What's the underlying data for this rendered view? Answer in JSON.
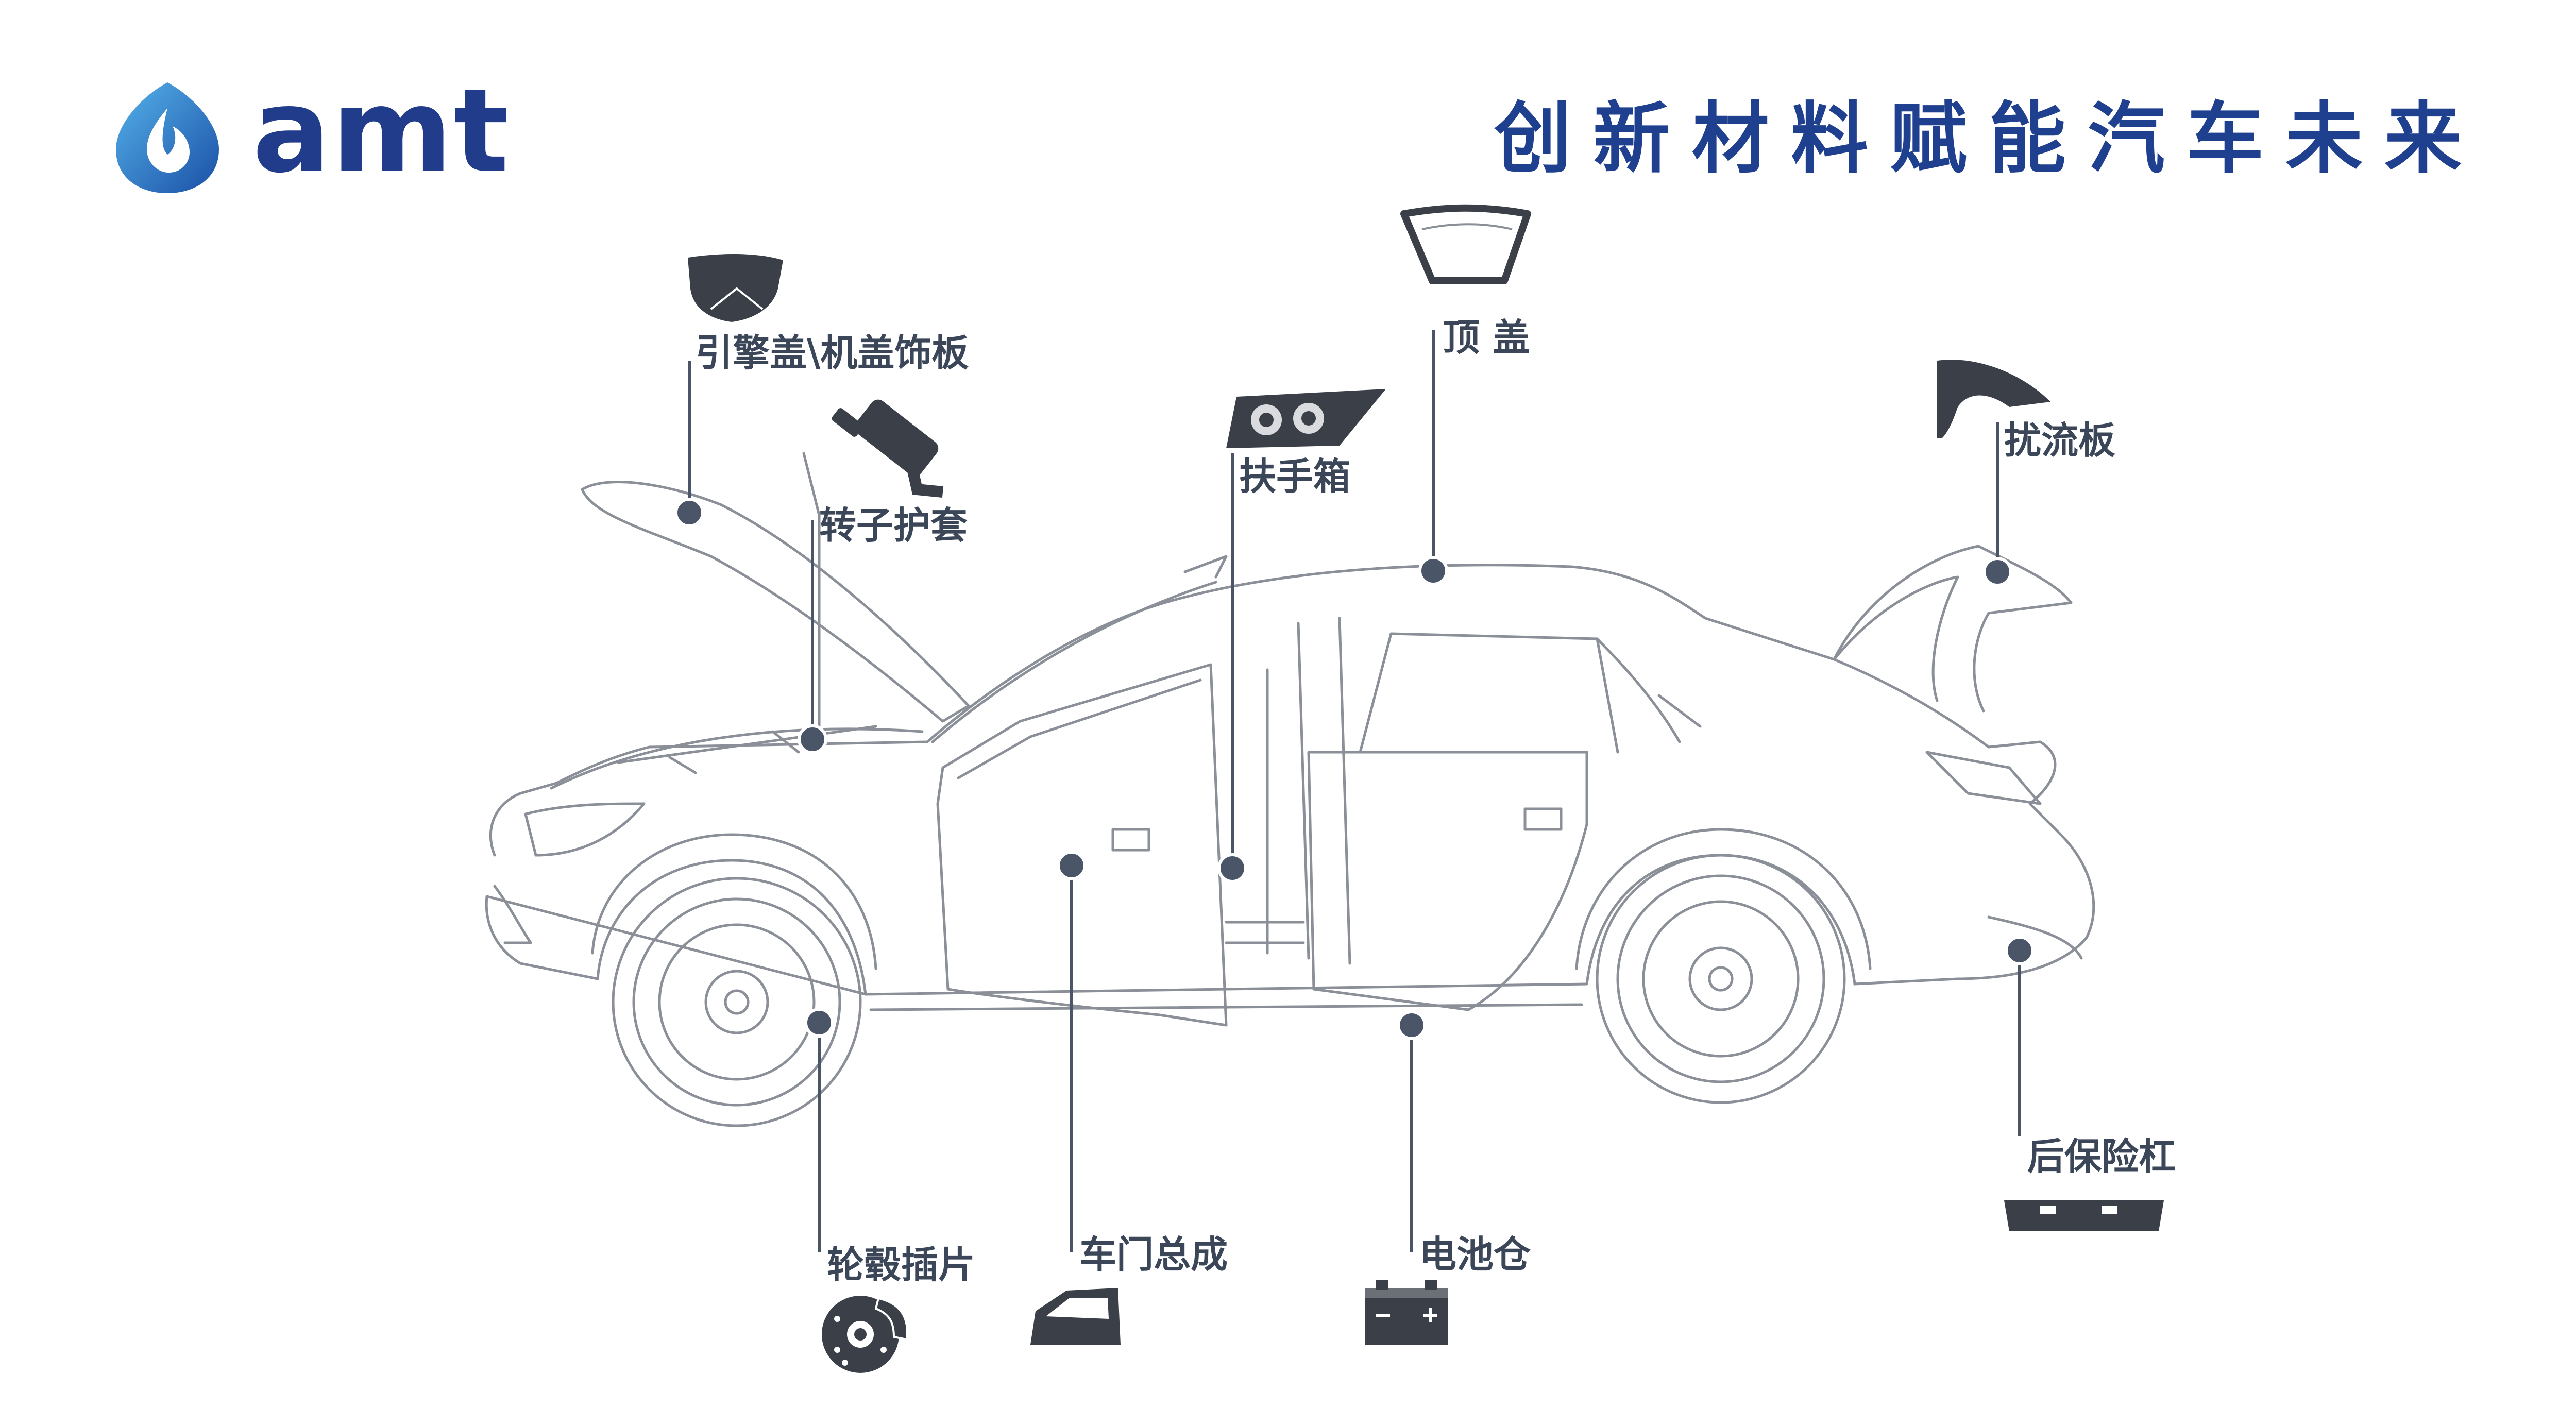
{
  "brand": {
    "name": "amt",
    "accent": "#2a72c8",
    "navy": "#203c8a"
  },
  "slogan": "创新材料赋能汽车未来",
  "colors": {
    "line": "#4a5568",
    "dot": "#4a5568",
    "car_stroke": "#8a8f98",
    "icon_fill": "#3a3f48",
    "label": "#3b4759"
  },
  "parts": [
    {
      "id": "hood",
      "label": "引擎盖\\机盖饰板",
      "icon": "hood-icon"
    },
    {
      "id": "rotor",
      "label": "转子护套",
      "icon": "rotor-sleeve-icon"
    },
    {
      "id": "armrest",
      "label": "扶手箱",
      "icon": "armrest-box-icon"
    },
    {
      "id": "roof",
      "label": "顶 盖",
      "icon": "roof-panel-icon"
    },
    {
      "id": "spoiler",
      "label": "扰流板",
      "icon": "spoiler-icon"
    },
    {
      "id": "rear_bumper",
      "label": "后保险杠",
      "icon": "rear-bumper-icon"
    },
    {
      "id": "battery",
      "label": "电池仓",
      "icon": "battery-icon"
    },
    {
      "id": "door",
      "label": "车门总成",
      "icon": "door-icon"
    },
    {
      "id": "wheel_insert",
      "label": "轮毂插片",
      "icon": "brake-disc-icon"
    }
  ]
}
